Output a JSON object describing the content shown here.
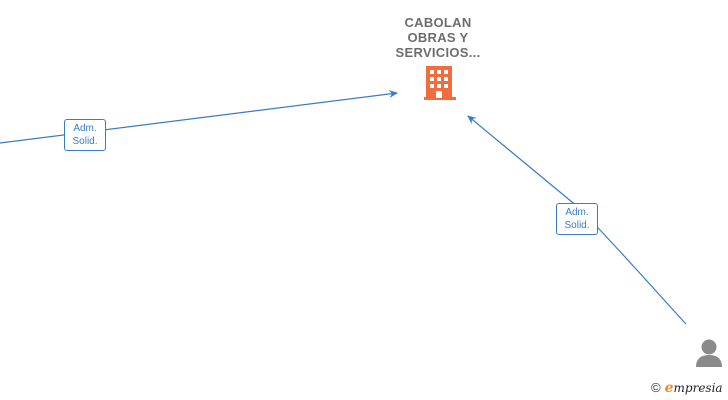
{
  "company_node": {
    "name_lines": [
      "CABOLAN",
      "OBRAS Y",
      "SERVICIOS..."
    ],
    "icon": "building-icon",
    "icon_color": "#f26d3d"
  },
  "person_node": {
    "icon": "person-icon",
    "icon_color": "#8a8a8a"
  },
  "edges": [
    {
      "label_lines": [
        "Adm.",
        "Solid."
      ]
    },
    {
      "label_lines": [
        "Adm.",
        "Solid."
      ]
    }
  ],
  "edge_color": "#3a7bc8",
  "footer": {
    "copyright_symbol": "©",
    "brand_initial": "e",
    "brand_rest": "mpresia"
  }
}
